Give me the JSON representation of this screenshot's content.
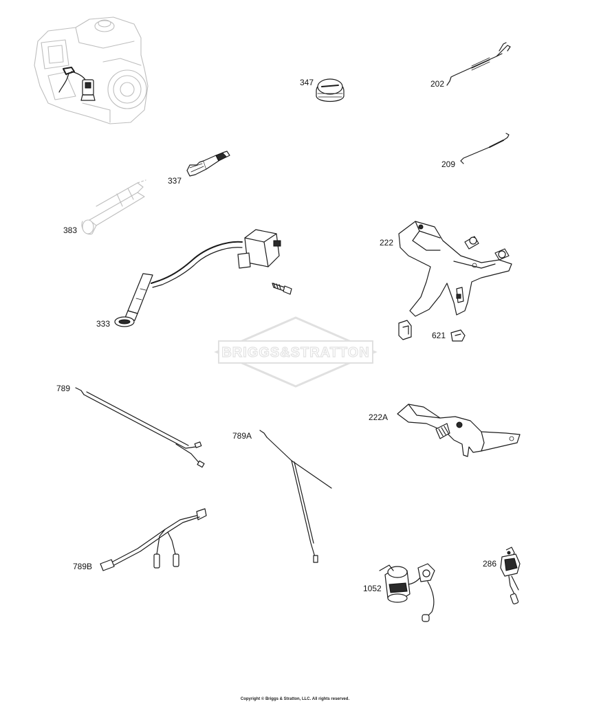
{
  "watermark": {
    "text": "BRIGGS&STRATTON"
  },
  "copyright": "Copyright © Briggs & Stratton, LLC. All rights reserved.",
  "parts": [
    {
      "key": "p347",
      "label": "347",
      "icon": "fuel-cap"
    },
    {
      "key": "p202",
      "label": "202",
      "icon": "governor-link"
    },
    {
      "key": "p209",
      "label": "209",
      "icon": "governor-spring"
    },
    {
      "key": "p337",
      "label": "337",
      "icon": "spark-plug"
    },
    {
      "key": "p383",
      "label": "383",
      "icon": "spark-plug-wrench"
    },
    {
      "key": "p222",
      "label": "222",
      "icon": "control-bracket"
    },
    {
      "key": "p333",
      "label": "333",
      "icon": "ignition-armature"
    },
    {
      "key": "p621",
      "label": "621",
      "icon": "cable-clip"
    },
    {
      "key": "p789",
      "label": "789",
      "icon": "lead-wire"
    },
    {
      "key": "p789A",
      "label": "789A",
      "icon": "lead-wire"
    },
    {
      "key": "p222A",
      "label": "222A",
      "icon": "control-lever"
    },
    {
      "key": "p286",
      "label": "286",
      "icon": "oil-sensor"
    },
    {
      "key": "p789B",
      "label": "789B",
      "icon": "wire-harness"
    },
    {
      "key": "p1052",
      "label": "1052",
      "icon": "fuel-solenoid"
    }
  ]
}
